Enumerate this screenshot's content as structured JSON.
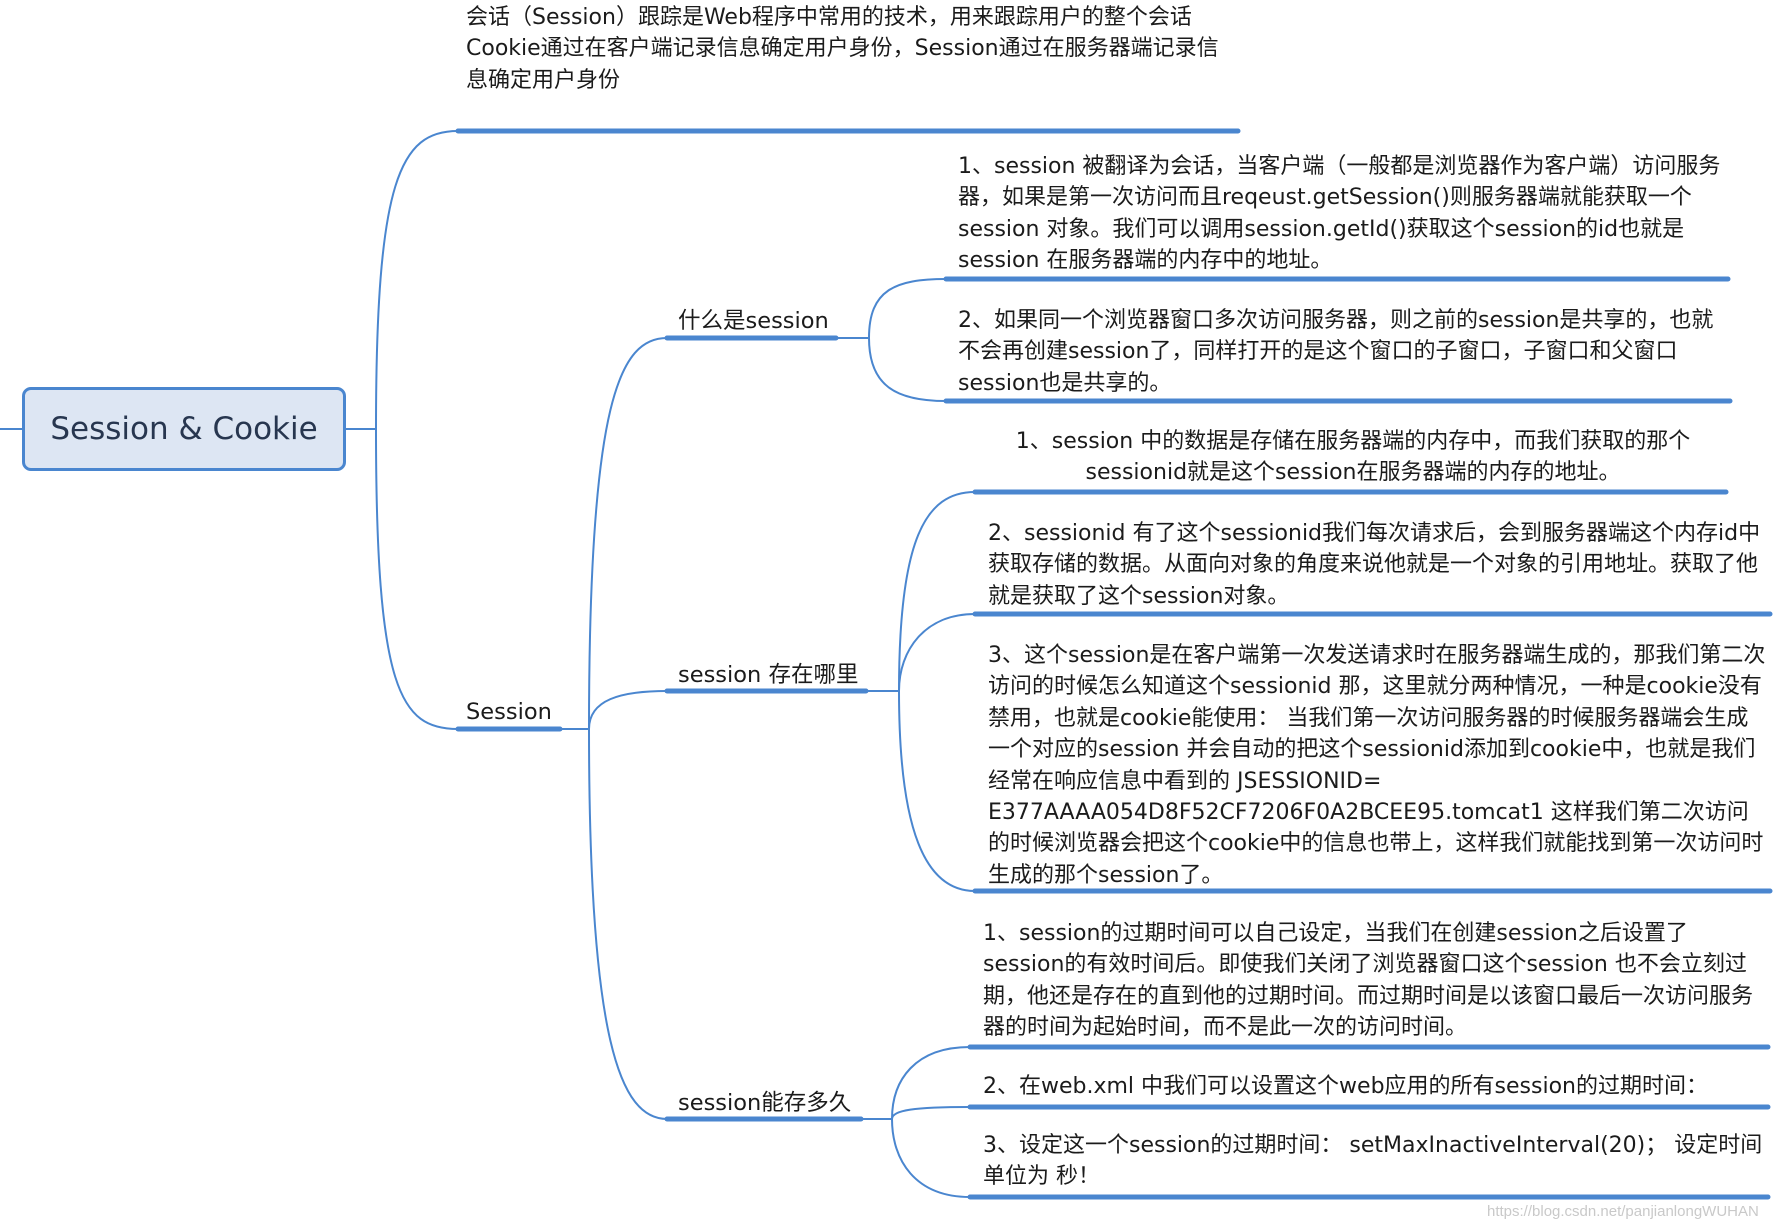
{
  "root": {
    "label": "Session & Cookie"
  },
  "intro": {
    "lines": [
      "会话（Session）跟踪是Web程序中常用的技术，用来跟踪用户的整个会话",
      "Cookie通过在客户端记录信息确定用户身份，Session通过在服务器端记录信息确定用户身份"
    ]
  },
  "session": {
    "label": "Session",
    "what": {
      "label": "什么是session",
      "items": [
        "1、session 被翻译为会话，当客户端（一般都是浏览器作为客户端）访问服务器，如果是第一次访问而且reqeust.getSession()则服务器端就能获取一个session 对象。我们可以调用session.getId()获取这个session的id也就是session 在服务器端的内存中的地址。",
        "2、如果同一个浏览器窗口多次访问服务器，则之前的session是共享的，也就不会再创建session了，同样打开的是这个窗口的子窗口，子窗口和父窗口session也是共享的。"
      ]
    },
    "where": {
      "label": "session 存在哪里",
      "items": [
        "1、session 中的数据是存储在服务器端的内存中，而我们获取的那个sessionid就是这个session在服务器端的内存的地址。",
        "2、sessionid 有了这个sessionid我们每次请求后，会到服务器端这个内存id中获取存储的数据。从面向对象的角度来说他就是一个对象的引用地址。获取了他就是获取了这个session对象。",
        "3、这个session是在客户端第一次发送请求时在服务器端生成的，那我们第二次访问的时候怎么知道这个sessionid 那，这里就分两种情况，一种是cookie没有禁用，也就是cookie能使用： 当我们第一次访问服务器的时候服务器端会生成一个对应的session 并会自动的把这个sessionid添加到cookie中，也就是我们经常在响应信息中看到的 JSESSIONID= E377AAAA054D8F52CF7206F0A2BCEE95.tomcat1 这样我们第二次访问的时候浏览器会把这个cookie中的信息也带上，这样我们就能找到第一次访问时生成的那个session了。"
      ]
    },
    "duration": {
      "label": "session能存多久",
      "items": [
        "1、session的过期时间可以自己设定，当我们在创建session之后设置了session的有效时间后。即使我们关闭了浏览器窗口这个session 也不会立刻过期，他还是存在的直到他的过期时间。而过期时间是以该窗口最后一次访问服务器的时间为起始时间，而不是此一次的访问时间。",
        "2、在web.xml 中我们可以设置这个web应用的所有session的过期时间：",
        "3、设定这一个session的过期时间： setMaxInactiveInterval(20)； 设定时间单位为 秒！"
      ]
    }
  },
  "watermark": "https://blog.csdn.net/panjianlongWUHAN",
  "colors": {
    "line": "#4a86cf",
    "root_fill": "#dde6f3",
    "root_text": "#27364f",
    "text": "#1b1b1b",
    "watermark": "#c9c9c9"
  }
}
